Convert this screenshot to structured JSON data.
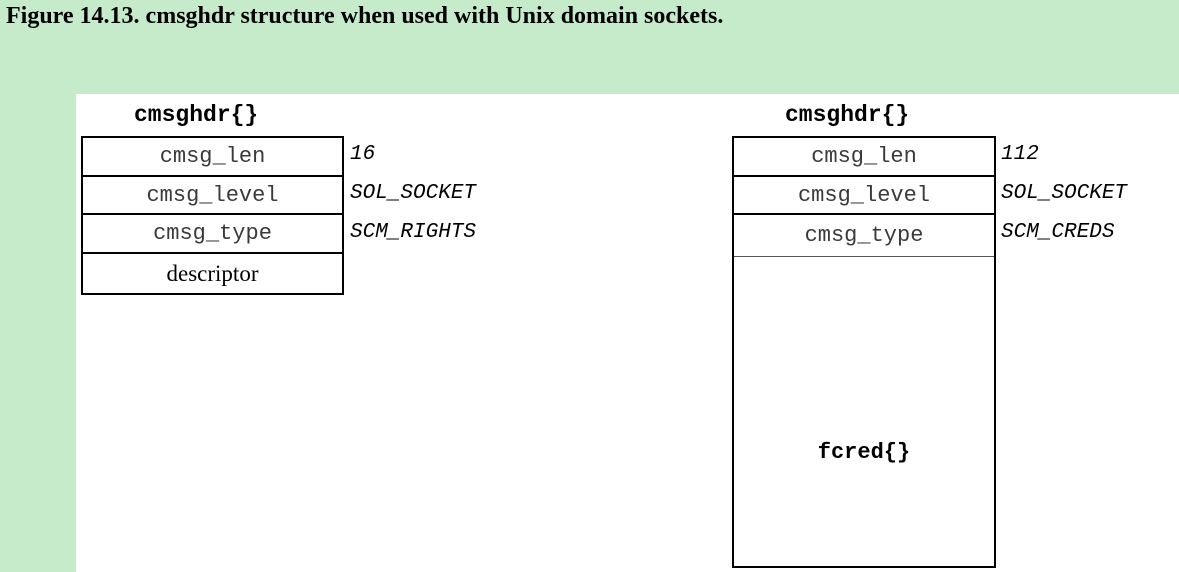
{
  "caption": "Figure 14.13. cmsghdr structure when used with Unix domain sockets.",
  "left": {
    "title": "cmsghdr{}",
    "fields": [
      "cmsg_len",
      "cmsg_level",
      "cmsg_type",
      "descriptor"
    ],
    "values": [
      "16",
      "SOL_SOCKET",
      "SCM_RIGHTS"
    ]
  },
  "right": {
    "title": "cmsghdr{}",
    "fields": [
      "cmsg_len",
      "cmsg_level",
      "cmsg_type"
    ],
    "values": [
      "112",
      "SOL_SOCKET",
      "SCM_CREDS"
    ],
    "body_label": "fcred{}"
  },
  "colors": {
    "page_background": "#c6ebcb",
    "figure_background": "#ffffff"
  }
}
